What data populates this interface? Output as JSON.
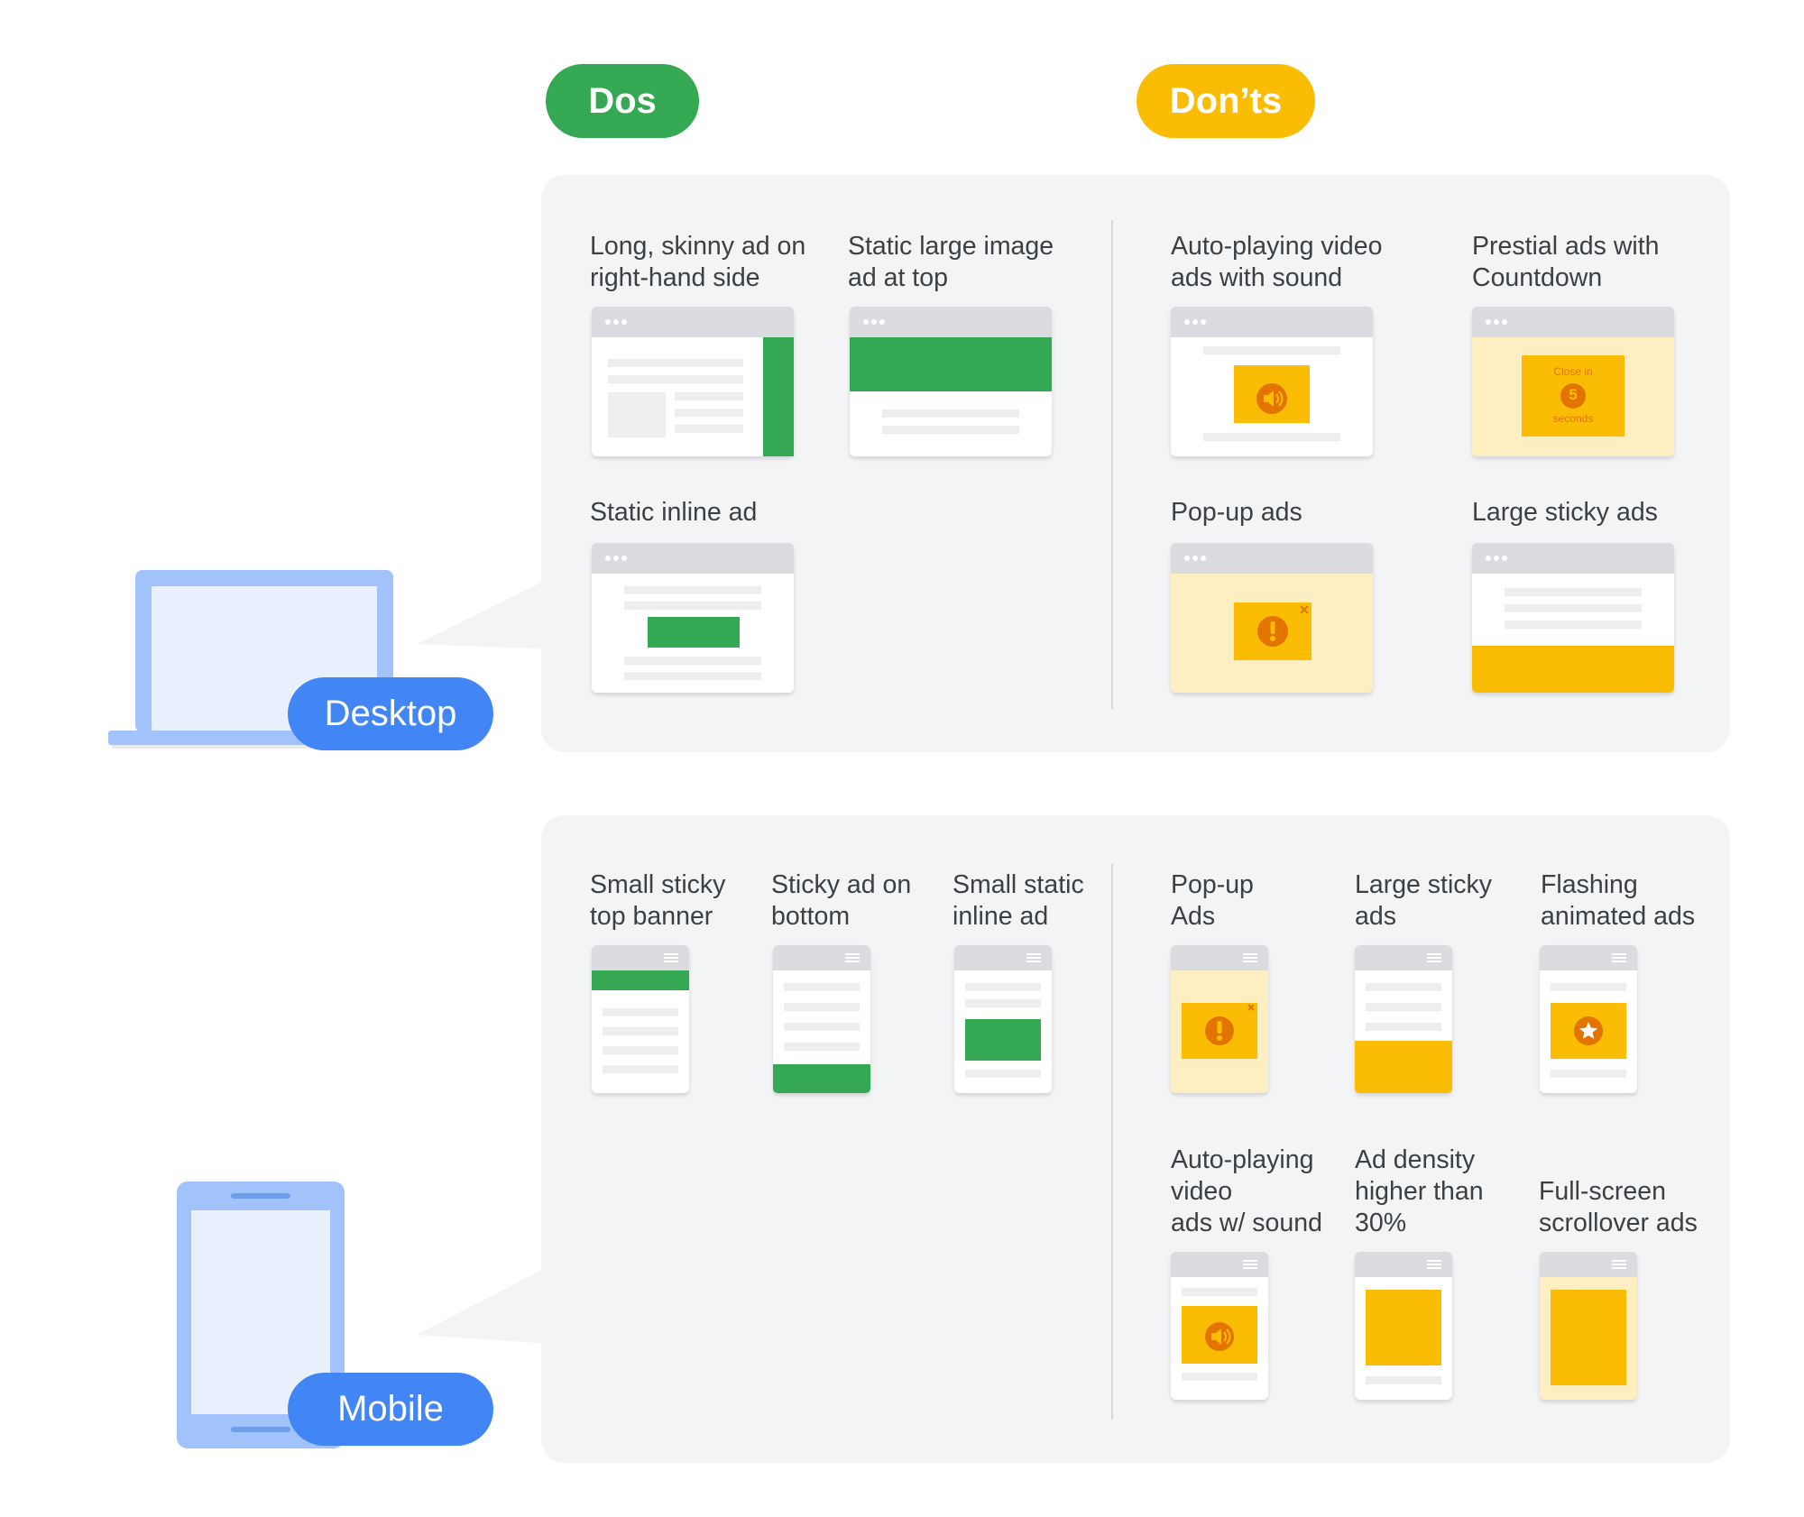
{
  "headers": {
    "dos": "Dos",
    "donts": "Don’ts"
  },
  "devices": {
    "desktop": "Desktop",
    "mobile": "Mobile"
  },
  "desktop": {
    "dos": [
      {
        "label": "Long, skinny ad on\nright-hand side"
      },
      {
        "label": "Static large image\nad at top"
      },
      {
        "label": "Static inline ad"
      }
    ],
    "donts": [
      {
        "label": "Auto-playing video\nads with sound"
      },
      {
        "label": "Prestial ads with\nCountdown",
        "close_text": "Close in",
        "countdown": "5",
        "seconds_text": "seconds"
      },
      {
        "label": "Pop-up ads"
      },
      {
        "label": "Large sticky ads"
      }
    ]
  },
  "mobile": {
    "dos": [
      {
        "label": "Small sticky\ntop banner"
      },
      {
        "label": "Sticky ad on\nbottom"
      },
      {
        "label": "Small static\ninline ad"
      }
    ],
    "donts": [
      {
        "label": "Pop-up\nAds"
      },
      {
        "label": "Large sticky\nads"
      },
      {
        "label": "Flashing\nanimated ads"
      },
      {
        "label": "Auto-playing\nvideo\nads w/ sound"
      },
      {
        "label": "Ad density\nhigher than\n30%"
      },
      {
        "label": "Full-screen\nscrollover ads"
      }
    ]
  },
  "colors": {
    "green": "#34a853",
    "yellow": "#fbbc04",
    "blue": "#4285f4",
    "orange": "#e37400",
    "light_yellow": "#feefc3",
    "panel": "#f3f4f6"
  }
}
